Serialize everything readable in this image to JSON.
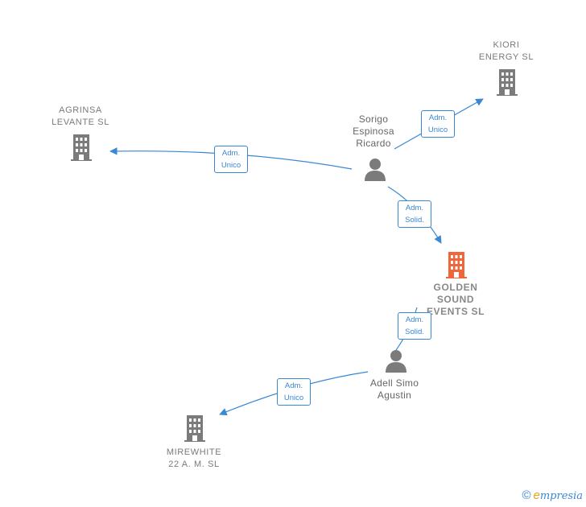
{
  "nodes": [
    {
      "id": "kiori",
      "type": "company",
      "label": "KIORI\nENERGY  SL"
    },
    {
      "id": "agrinsa",
      "type": "company",
      "label": "AGRINSA\nLEVANTE  SL"
    },
    {
      "id": "sorigo",
      "type": "person",
      "label": "Sorigo\nEspinosa\nRicardo"
    },
    {
      "id": "golden",
      "type": "company",
      "focus": true,
      "label": "GOLDEN\nSOUND\nEVENTS  SL"
    },
    {
      "id": "adell",
      "type": "person",
      "label": "Adell Simo\nAgustin"
    },
    {
      "id": "mirewhite",
      "type": "company",
      "label": "MIREWHITE\n22 A. M.  SL"
    }
  ],
  "edges": [
    {
      "id": "sorigo-kiori",
      "from": "sorigo",
      "to": "kiori",
      "label": "Adm.\nUnico"
    },
    {
      "id": "sorigo-agrinsa",
      "from": "sorigo",
      "to": "agrinsa",
      "label": "Adm.\nUnico"
    },
    {
      "id": "sorigo-golden",
      "from": "sorigo",
      "to": "golden",
      "label": "Adm.\nSolid."
    },
    {
      "id": "adell-golden",
      "from": "adell",
      "to": "golden",
      "label": "Adm.\nSolid."
    },
    {
      "id": "adell-mirewhite",
      "from": "adell",
      "to": "mirewhite",
      "label": "Adm.\nUnico"
    }
  ],
  "colors": {
    "edge": "#3a87d4",
    "company": "#7b7b7b",
    "focus": "#f0663a",
    "person": "#7b7b7b"
  },
  "icons": {
    "company": "building-icon",
    "person": "person-icon"
  },
  "brand": {
    "copyright": "©",
    "name_initial": "e",
    "name_rest": "mpresia"
  }
}
